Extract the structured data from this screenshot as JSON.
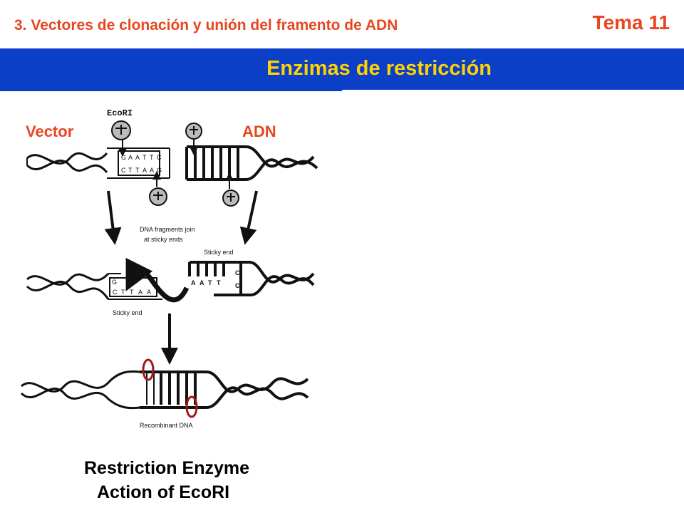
{
  "header": {
    "subtitle": "3. Vectores de clonación y unión del framento de ADN",
    "topic": "Tema 11",
    "title": "Enzimas de restricción"
  },
  "labels": {
    "vector": "Vector",
    "adn": "ADN"
  },
  "figure": {
    "enzyme": "EcoRI",
    "join_note_1": "DNA fragments join",
    "join_note_2": "at sticky ends",
    "sticky_end_top": "Sticky end",
    "sticky_end_bottom": "Sticky end",
    "recombinant": "Recombinant DNA",
    "bases_top": [
      "G",
      "A",
      "A",
      "T",
      "T",
      "C"
    ],
    "bases_bottom": [
      "C",
      "T",
      "T",
      "A",
      "A",
      "G"
    ],
    "bases_mid_left_top": "G",
    "bases_mid_left": [
      "C",
      "T",
      "T",
      "A",
      "A"
    ],
    "bases_mid_right": [
      "A",
      "A",
      "T",
      "T",
      "C"
    ],
    "bases_mid_right_top": "C",
    "caption_line_1": "Restriction Enzyme",
    "caption_line_2": "Action of EcoRI"
  },
  "colors": {
    "accent": "#e8461f",
    "banner": "#0b3fc7",
    "banner_text": "#ffd200",
    "highlight": "#9b1b1b"
  }
}
